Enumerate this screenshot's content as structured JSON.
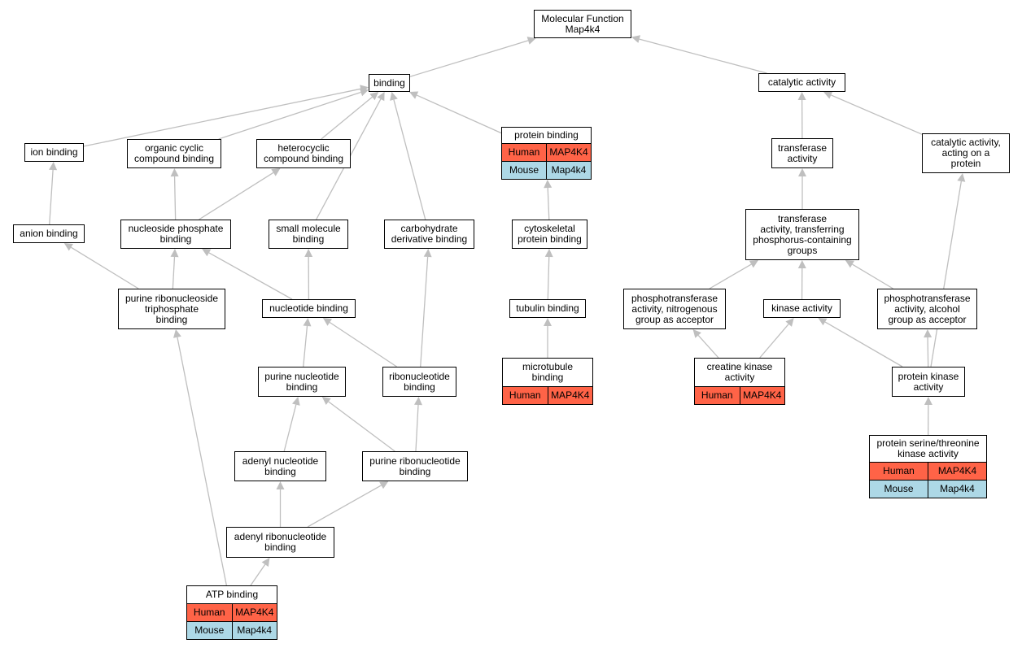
{
  "colors": {
    "edge": "#bfbfbf",
    "human": "#ff6347",
    "mouse": "#add8e6",
    "border": "#000000"
  },
  "nodes": [
    {
      "id": "root",
      "label": "Molecular Function\nMap4k4"
    },
    {
      "id": "binding",
      "label": "binding"
    },
    {
      "id": "catalytic",
      "label": "catalytic activity"
    },
    {
      "id": "ion",
      "label": "ion binding"
    },
    {
      "id": "organic",
      "label": "organic cyclic\ncompound binding"
    },
    {
      "id": "hetero",
      "label": "heterocyclic\ncompound binding"
    },
    {
      "id": "protein",
      "label": "protein binding",
      "human": "MAP4K4",
      "mouse": "Map4k4"
    },
    {
      "id": "transferase",
      "label": "transferase\nactivity"
    },
    {
      "id": "catprot",
      "label": "catalytic activity,\nacting on a\nprotein"
    },
    {
      "id": "anion",
      "label": "anion binding"
    },
    {
      "id": "nucphos",
      "label": "nucleoside phosphate\nbinding"
    },
    {
      "id": "smallmol",
      "label": "small molecule\nbinding"
    },
    {
      "id": "carbo",
      "label": "carbohydrate\nderivative binding"
    },
    {
      "id": "cytosk",
      "label": "cytoskeletal\nprotein binding"
    },
    {
      "id": "transphos",
      "label": "transferase\nactivity, transferring\nphosphorus-containing\ngroups"
    },
    {
      "id": "purriboside",
      "label": "purine ribonucleoside\ntriphosphate\nbinding"
    },
    {
      "id": "nucleotide",
      "label": "nucleotide binding"
    },
    {
      "id": "tubulin",
      "label": "tubulin binding"
    },
    {
      "id": "phosnitro",
      "label": "phosphotransferase\nactivity, nitrogenous\ngroup as acceptor"
    },
    {
      "id": "kinase",
      "label": "kinase activity"
    },
    {
      "id": "phosalc",
      "label": "phosphotransferase\nactivity, alcohol\ngroup as acceptor"
    },
    {
      "id": "purnuc",
      "label": "purine nucleotide\nbinding"
    },
    {
      "id": "ribonuc",
      "label": "ribonucleotide\nbinding"
    },
    {
      "id": "microtub",
      "label": "microtubule\nbinding",
      "human": "MAP4K4"
    },
    {
      "id": "creatine",
      "label": "creatine kinase\nactivity",
      "human": "MAP4K4"
    },
    {
      "id": "protkin",
      "label": "protein kinase\nactivity"
    },
    {
      "id": "adenyl",
      "label": "adenyl nucleotide\nbinding"
    },
    {
      "id": "purribo",
      "label": "purine ribonucleotide\nbinding"
    },
    {
      "id": "serthr",
      "label": "protein serine/threonine\nkinase activity",
      "human": "MAP4K4",
      "mouse": "Map4k4"
    },
    {
      "id": "adenribo",
      "label": "adenyl ribonucleotide\nbinding"
    },
    {
      "id": "atp",
      "label": "ATP binding",
      "human": "MAP4K4",
      "mouse": "Map4k4"
    }
  ],
  "species": {
    "human": "Human",
    "mouse": "Mouse"
  },
  "edges": [
    [
      "binding",
      "root"
    ],
    [
      "catalytic",
      "root"
    ],
    [
      "ion",
      "binding"
    ],
    [
      "organic",
      "binding"
    ],
    [
      "hetero",
      "binding"
    ],
    [
      "smallmol",
      "binding"
    ],
    [
      "carbo",
      "binding"
    ],
    [
      "protein",
      "binding"
    ],
    [
      "transferase",
      "catalytic"
    ],
    [
      "catprot",
      "catalytic"
    ],
    [
      "anion",
      "ion"
    ],
    [
      "nucphos",
      "organic"
    ],
    [
      "nucphos",
      "hetero"
    ],
    [
      "cytosk",
      "protein"
    ],
    [
      "transphos",
      "transferase"
    ],
    [
      "purriboside",
      "anion"
    ],
    [
      "purriboside",
      "nucphos"
    ],
    [
      "nucleotide",
      "nucphos"
    ],
    [
      "nucleotide",
      "smallmol"
    ],
    [
      "ribonuc",
      "carbo"
    ],
    [
      "tubulin",
      "cytosk"
    ],
    [
      "phosnitro",
      "transphos"
    ],
    [
      "kinase",
      "transphos"
    ],
    [
      "phosalc",
      "transphos"
    ],
    [
      "purnuc",
      "nucleotide"
    ],
    [
      "ribonuc",
      "nucleotide"
    ],
    [
      "microtub",
      "tubulin"
    ],
    [
      "creatine",
      "phosnitro"
    ],
    [
      "creatine",
      "kinase"
    ],
    [
      "protkin",
      "kinase"
    ],
    [
      "protkin",
      "phosalc"
    ],
    [
      "protkin",
      "catprot"
    ],
    [
      "adenyl",
      "purnuc"
    ],
    [
      "purribo",
      "purnuc"
    ],
    [
      "purribo",
      "ribonuc"
    ],
    [
      "serthr",
      "protkin"
    ],
    [
      "adenribo",
      "adenyl"
    ],
    [
      "adenribo",
      "purribo"
    ],
    [
      "atp",
      "purriboside"
    ],
    [
      "atp",
      "adenribo"
    ]
  ]
}
